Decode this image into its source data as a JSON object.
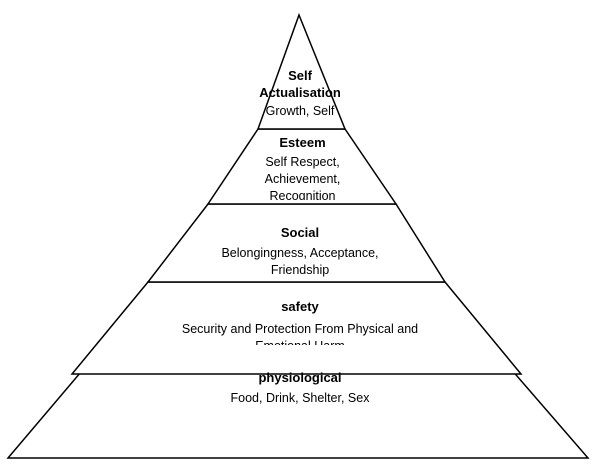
{
  "levels": [
    {
      "title": "Self\nActualisation",
      "desc": "Growth, Self"
    },
    {
      "title": "Esteem",
      "desc": "Self Respect,\nAchievement,\nRecognition"
    },
    {
      "title": "Social",
      "desc": "Belongingness, Acceptance,\nFriendship"
    },
    {
      "title": "safety",
      "desc": "Security and Protection From Physical and\nEmotional Harm"
    },
    {
      "title": "physiological",
      "desc": "Food, Drink, Shelter, Sex"
    }
  ]
}
